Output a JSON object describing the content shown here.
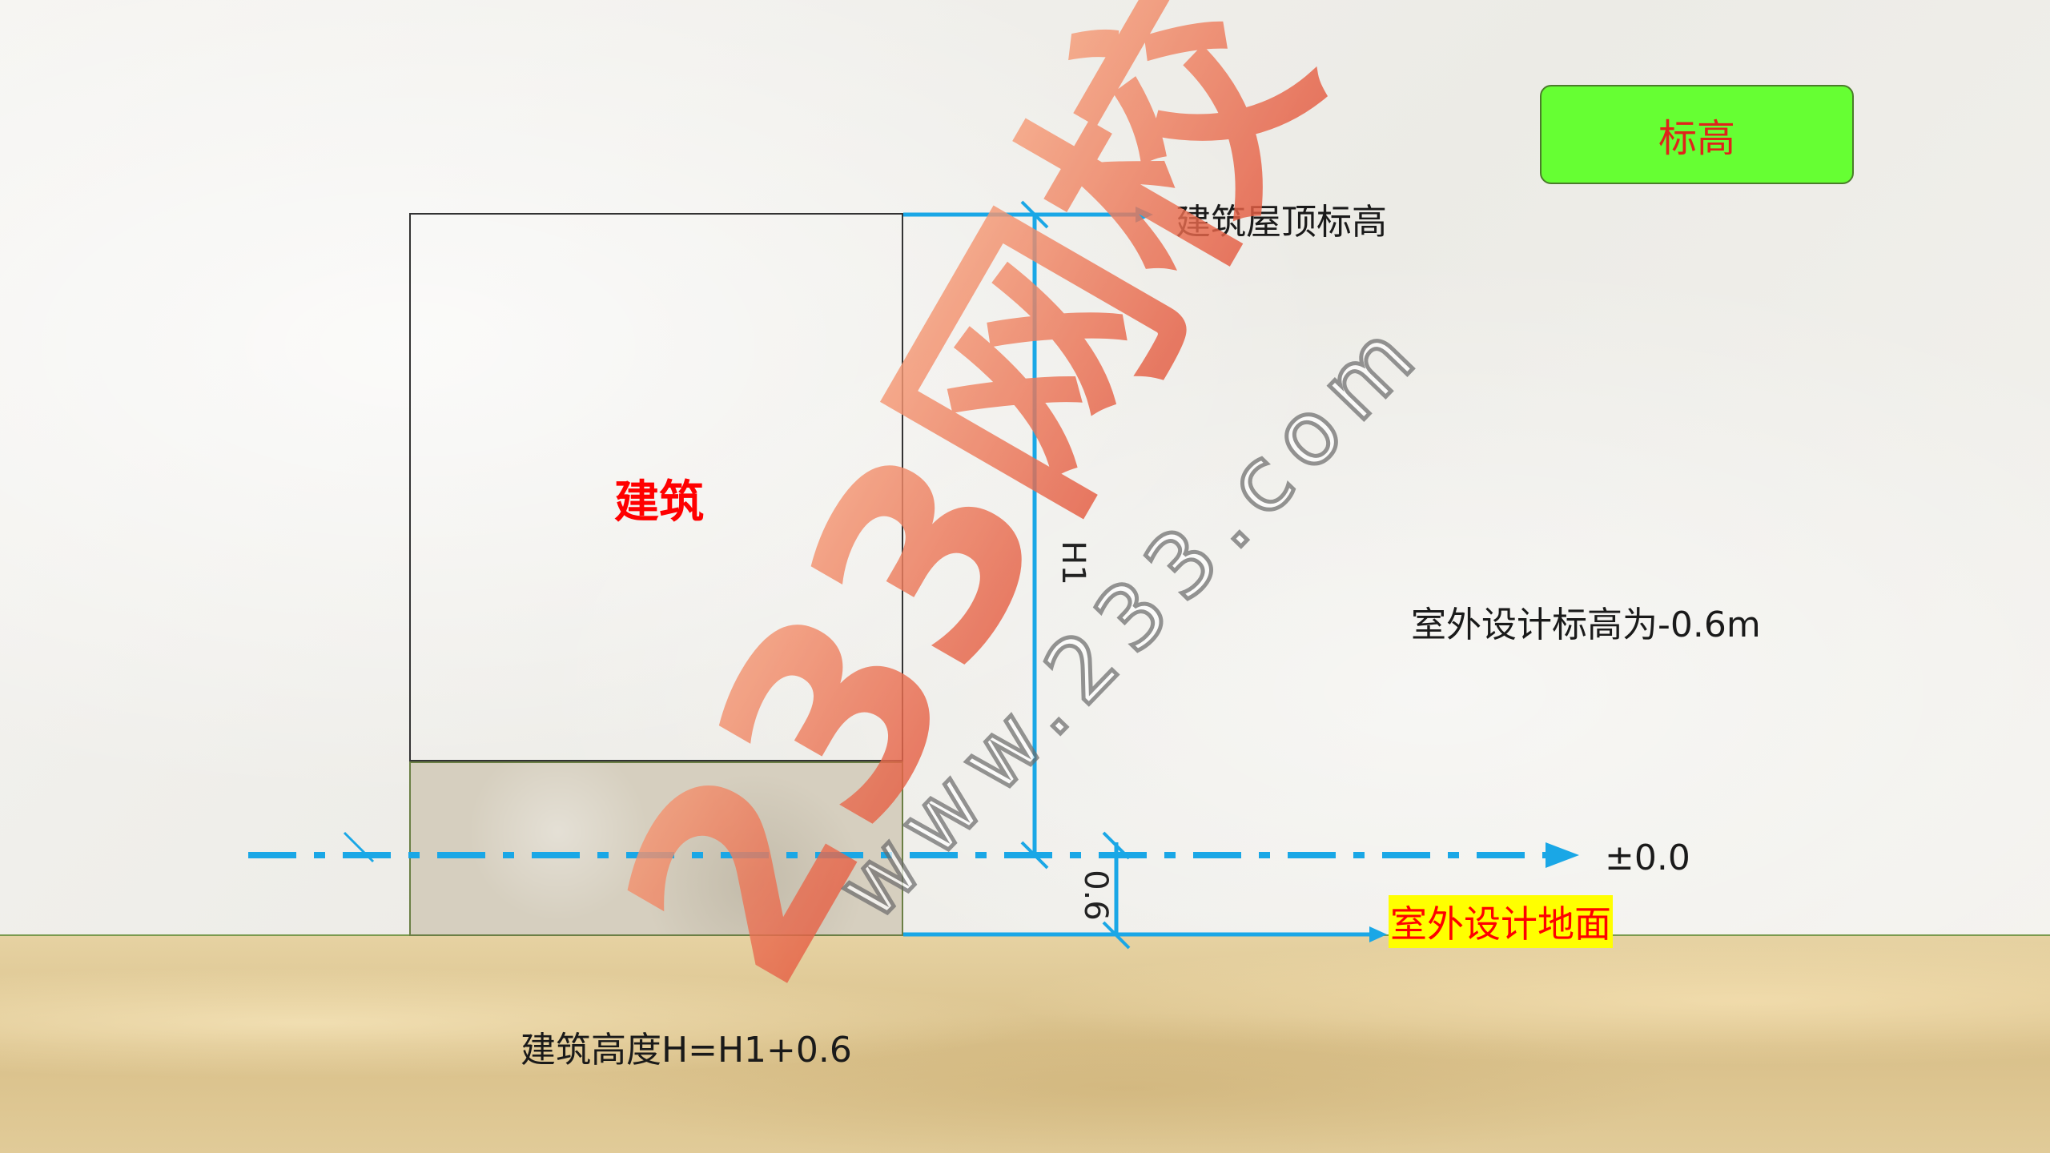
{
  "title": "标高",
  "building_label": "建筑",
  "labels": {
    "roof_elevation": "建筑屋顶标高",
    "datum": "±0.0",
    "outdoor_ground": "室外设计地面",
    "outdoor_note": "室外设计标高为-0.6m",
    "formula": "建筑高度H=H1+0.6"
  },
  "dimensions": {
    "h1": "H1",
    "offset": "0.6"
  },
  "watermark": {
    "brand": "233网校",
    "url": "www.233.com"
  },
  "colors": {
    "dimension_line": "#1aa7e6",
    "title_bg": "#66ff33",
    "title_text": "#e0231b",
    "highlight": "#ffff00",
    "accent_red": "#ff0000"
  }
}
